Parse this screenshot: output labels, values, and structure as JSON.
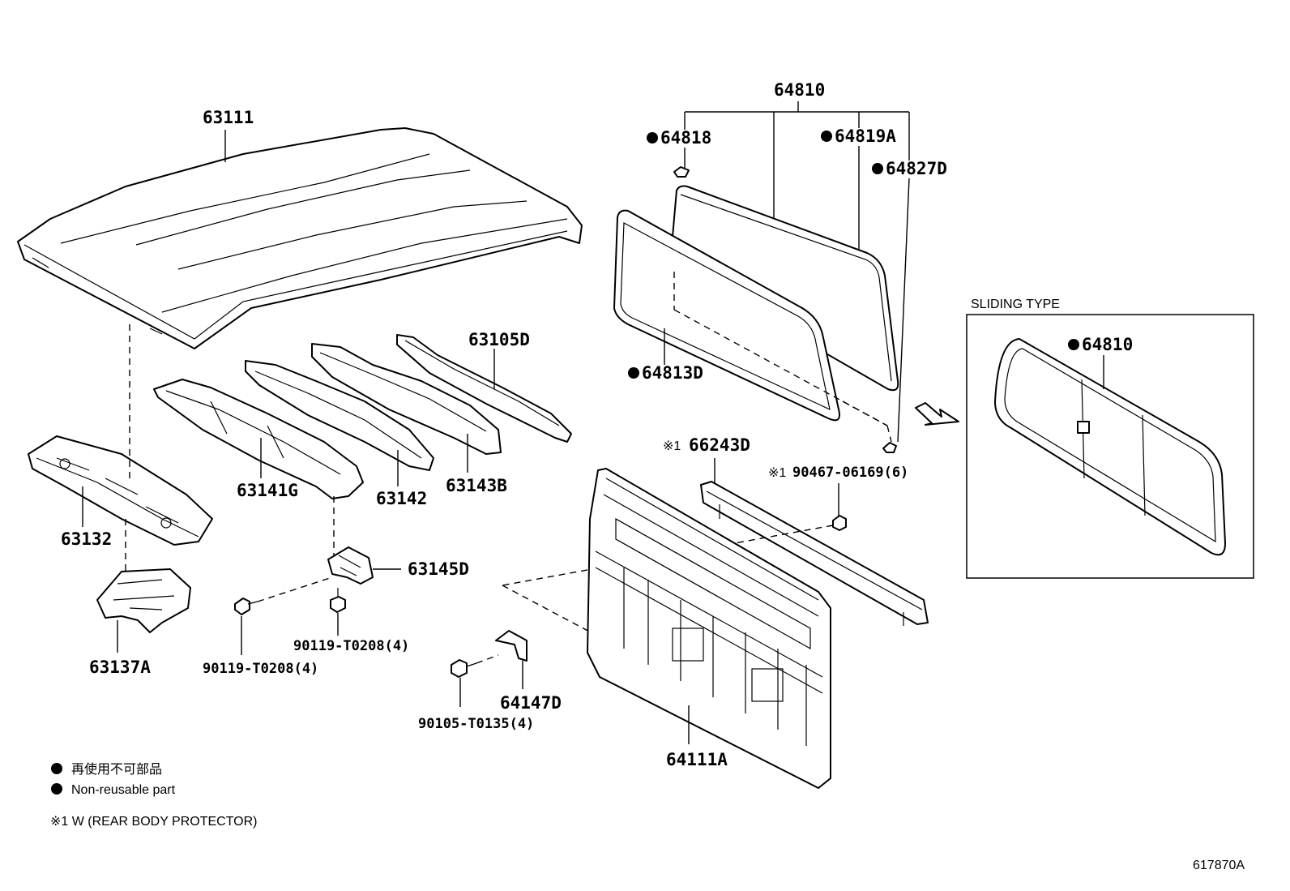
{
  "parts": {
    "p63111": "63111",
    "p63105D": "63105D",
    "p63141G": "63141G",
    "p63142": "63142",
    "p63143B": "63143B",
    "p63132": "63132",
    "p63137A": "63137A",
    "p63145D": "63145D",
    "p90119_a": "90119-T0208(4)",
    "p90119_b": "90119-T0208(4)",
    "p64810": "64810",
    "p64818": "64818",
    "p64819A": "64819A",
    "p64827D": "64827D",
    "p64813D": "64813D",
    "p66243D": "66243D",
    "p90467": "90467-06169(6)",
    "p64147D": "64147D",
    "p90105": "90105-T0135(4)",
    "p64111A": "64111A",
    "p64810_sliding": "64810"
  },
  "markers": {
    "note1_prefix": "※1"
  },
  "inset": {
    "title": "SLIDING TYPE"
  },
  "legend": {
    "jp": "再使用不可部品",
    "en": "Non-reusable part",
    "note1": "※1 W (REAR BODY PROTECTOR)"
  },
  "diagram_id": "617870A"
}
